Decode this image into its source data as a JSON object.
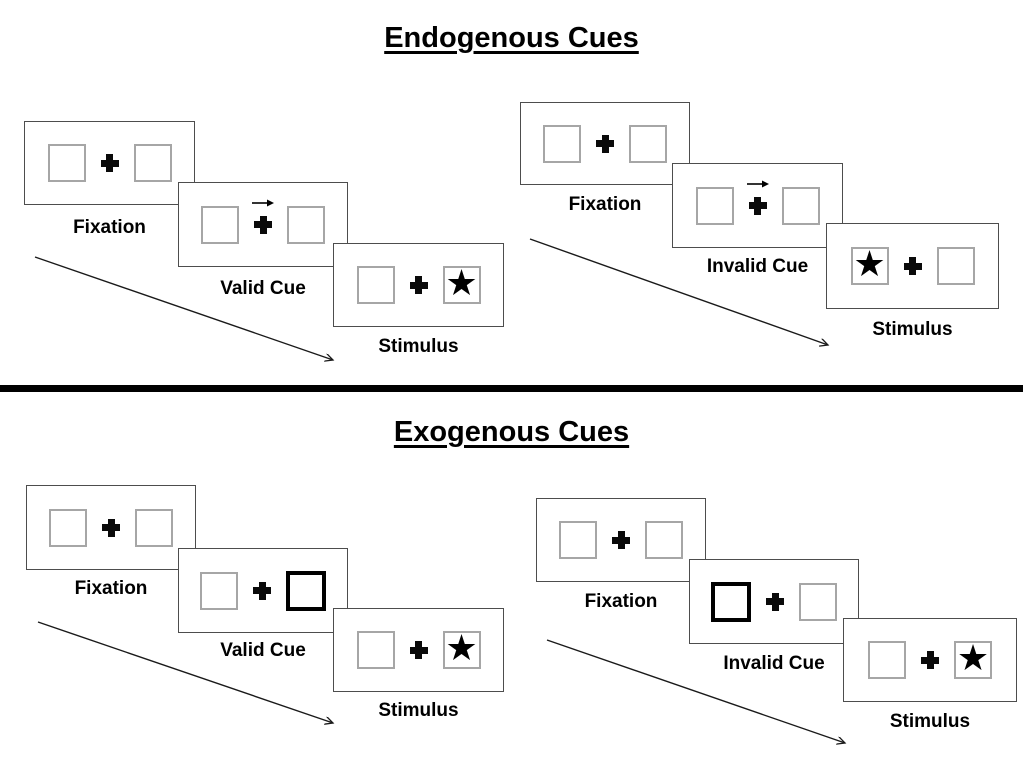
{
  "glyphs": {
    "star": "★"
  },
  "colors": {
    "background": "#ffffff",
    "panel_border": "#4d4d4d",
    "placeholder_box_border": "#a6a6a6",
    "cue_highlight_border": "#000000",
    "ink": "#000000",
    "divider": "#000000"
  },
  "sections": [
    {
      "title": "Endogenous Cues",
      "trials": [
        {
          "name": "valid",
          "fixation_label": "Fixation",
          "cue_label": "Valid Cue",
          "stimulus_label": "Stimulus",
          "cue_type": "central-arrow",
          "cue_arrow_direction": "right",
          "stimulus_star_side": "right"
        },
        {
          "name": "invalid",
          "fixation_label": "Fixation",
          "cue_label": "Invalid Cue",
          "stimulus_label": "Stimulus",
          "cue_type": "central-arrow",
          "cue_arrow_direction": "right",
          "stimulus_star_side": "left"
        }
      ]
    },
    {
      "title": "Exogenous Cues",
      "trials": [
        {
          "name": "valid",
          "fixation_label": "Fixation",
          "cue_label": "Valid Cue",
          "stimulus_label": "Stimulus",
          "cue_type": "peripheral-box-highlight",
          "cue_highlight_side": "right",
          "stimulus_star_side": "right"
        },
        {
          "name": "invalid",
          "fixation_label": "Fixation",
          "cue_label": "Invalid Cue",
          "stimulus_label": "Stimulus",
          "cue_type": "peripheral-box-highlight",
          "cue_highlight_side": "left",
          "stimulus_star_side": "right"
        }
      ]
    }
  ]
}
